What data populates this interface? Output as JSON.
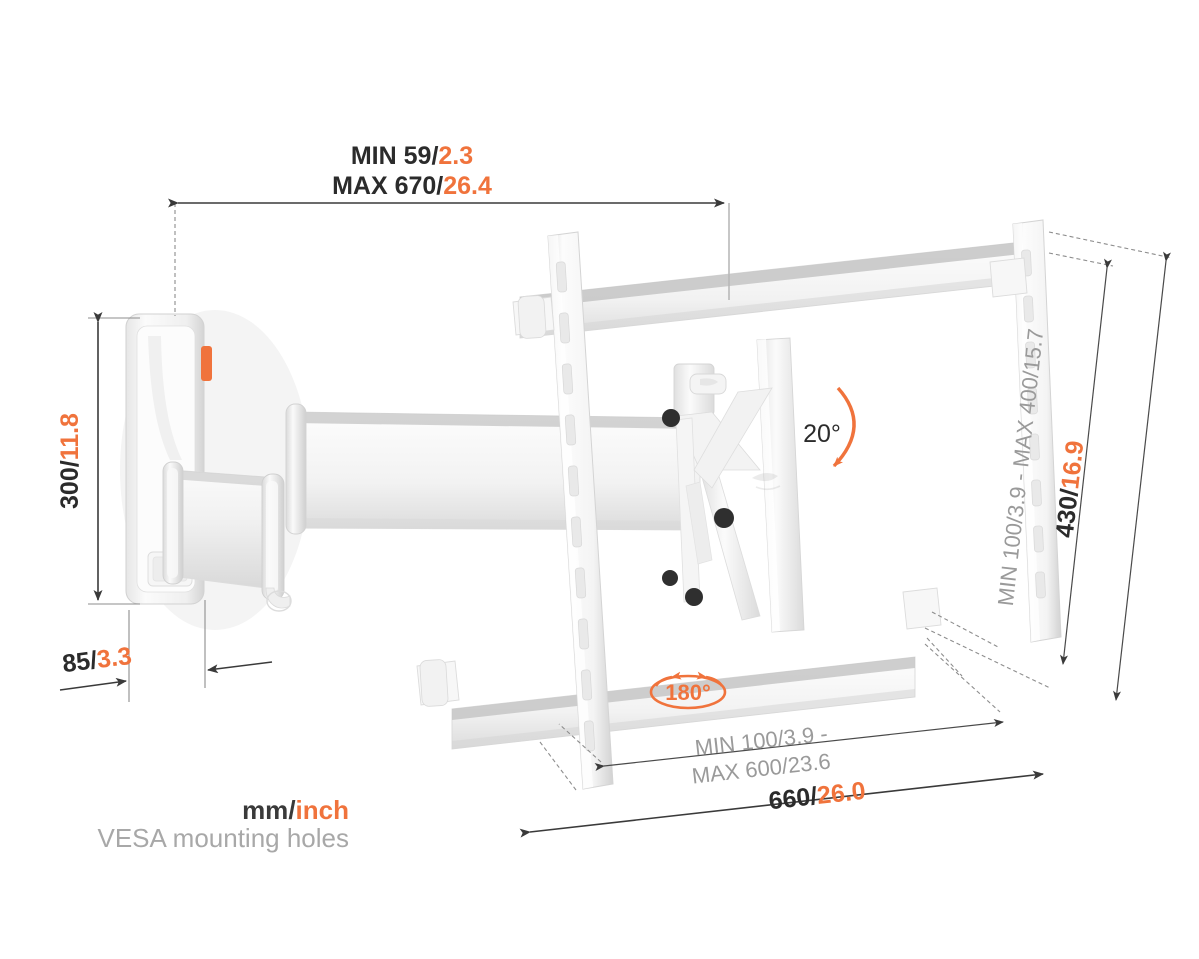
{
  "title": "Vogel's full-motion TV wall mount technical dimension drawing",
  "units_note": {
    "primary": "mm",
    "separator": "/",
    "secondary": "inch"
  },
  "legend": {
    "units_mm": "mm",
    "units_slash": "/",
    "units_inch": "inch",
    "vesa_note": "VESA mounting holes"
  },
  "colors": {
    "orange": "#F0733C",
    "dark_text": "#2b2b2b",
    "gray_text": "#9a9a9a",
    "legend_gray": "#a8a8a8",
    "dim_line": "#3a3a3a",
    "ext_line": "#8d8d8d",
    "product_body": "#ffffff",
    "product_shade": "#e3e3e3",
    "product_shade_dark": "#c9c9c9",
    "pivot_bolt": "#2f2f2f",
    "background": "#ffffff"
  },
  "dimensions": {
    "depth_min": {
      "prefix": "MIN",
      "mm": "59",
      "slash": "/",
      "inch": "2.3",
      "full": "MIN 59/2.3"
    },
    "depth_max": {
      "prefix": "MAX",
      "mm": "670",
      "slash": "/",
      "inch": "26.4",
      "full": "MAX 670/26.4"
    },
    "wall_plate_height": {
      "mm": "300",
      "slash": "/",
      "inch": "11.8",
      "full": "300/11.8"
    },
    "wall_plate_depth": {
      "mm": "85",
      "slash": "/",
      "inch": "3.3",
      "full": "85/3.3"
    },
    "bracket_height": {
      "mm": "430",
      "slash": "/",
      "inch": "16.9",
      "full": "430/16.9"
    },
    "bracket_width": {
      "mm": "660",
      "slash": "/",
      "inch": "26.0",
      "full": "660/26.0"
    },
    "vesa_vertical": {
      "min_label": "MIN 100/3.9",
      "dash": "-",
      "max_label": "MAX 400/15.7",
      "full": "MIN 100/3.9 - MAX 400/15.7"
    },
    "vesa_horizontal": {
      "line1": "MIN 100/3.9 -",
      "line2": "MAX 600/23.6",
      "full": "MIN 100/3.9 - MAX 600/23.6"
    }
  },
  "angles": {
    "tilt": {
      "value": "20",
      "unit": "°",
      "full": "20°"
    },
    "swivel": {
      "value": "180",
      "unit": "°",
      "full": "180°"
    }
  },
  "icons": {
    "tilt_arrow": "curved-arrow-down-icon",
    "swivel_arrow": "double-curved-arrow-icon",
    "release_tab": "orange-release-tab-icon"
  }
}
